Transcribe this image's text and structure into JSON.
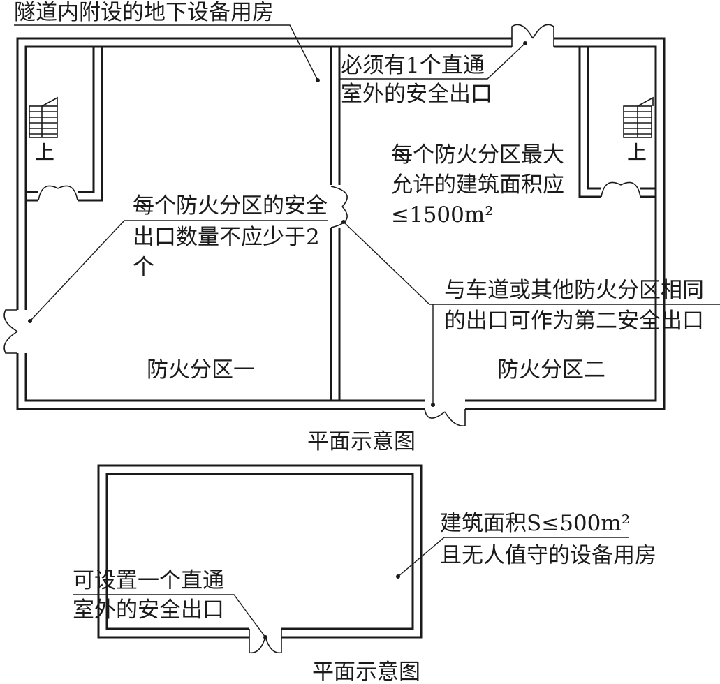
{
  "top_plan": {
    "annotations": {
      "tunnel_rooms": "隧道内附设的地下设备用房",
      "direct_exit_line1": "必须有1个直通",
      "direct_exit_line2": "室外的安全出口",
      "max_area_line1": "每个防火分区最大",
      "max_area_line2": "允许的建筑面积应",
      "max_area_line3": "≤1500m²",
      "exit_count_line1": "每个防火分区的安全",
      "exit_count_line2": "出口数量不应少于2",
      "exit_count_line3": "个",
      "second_exit_line1": "与车道或其他防火分区相同",
      "second_exit_line2": "的出口可作为第二安全出口"
    },
    "zones": {
      "zone1": "防火分区一",
      "zone2": "防火分区二"
    },
    "stair_labels": {
      "left": "上",
      "right": "上"
    },
    "caption": "平面示意图"
  },
  "bottom_plan": {
    "annotations": {
      "area_line1": "建筑面积S≤500m²",
      "area_line2": "且无人值守的设备用房",
      "single_exit_line1": "可设置一个直通",
      "single_exit_line2": "室外的安全出口"
    },
    "caption": "平面示意图"
  }
}
